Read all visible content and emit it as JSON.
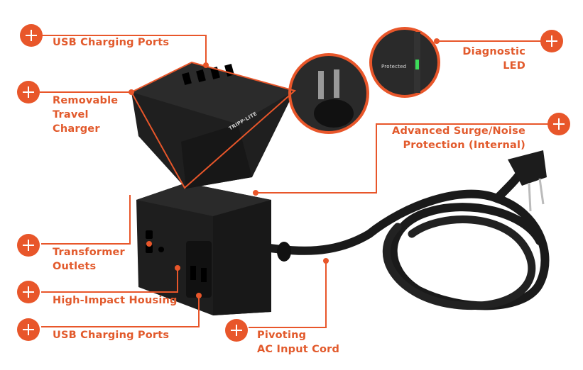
{
  "accent_color": "#e8562a",
  "callouts": [
    {
      "id": "usb-top",
      "label_lines": [
        "USB Charging Ports"
      ]
    },
    {
      "id": "travel-charger",
      "label_lines": [
        "Removable",
        "Travel",
        "Charger"
      ]
    },
    {
      "id": "diagnostic-led",
      "label_lines": [
        "Diagnostic",
        "LED"
      ]
    },
    {
      "id": "surge",
      "label_lines": [
        "Advanced Surge/Noise",
        "Protection (Internal)"
      ]
    },
    {
      "id": "transformer",
      "label_lines": [
        "Transformer",
        "Outlets"
      ]
    },
    {
      "id": "housing",
      "label_lines": [
        "High-Impact Housing"
      ]
    },
    {
      "id": "usb-bottom",
      "label_lines": [
        "USB Charging Ports"
      ]
    },
    {
      "id": "cord",
      "label_lines": [
        "Pivoting",
        "AC Input Cord"
      ]
    }
  ],
  "product": {
    "brand_logo": "TRIPP·LITE",
    "led_label": "Protected"
  }
}
